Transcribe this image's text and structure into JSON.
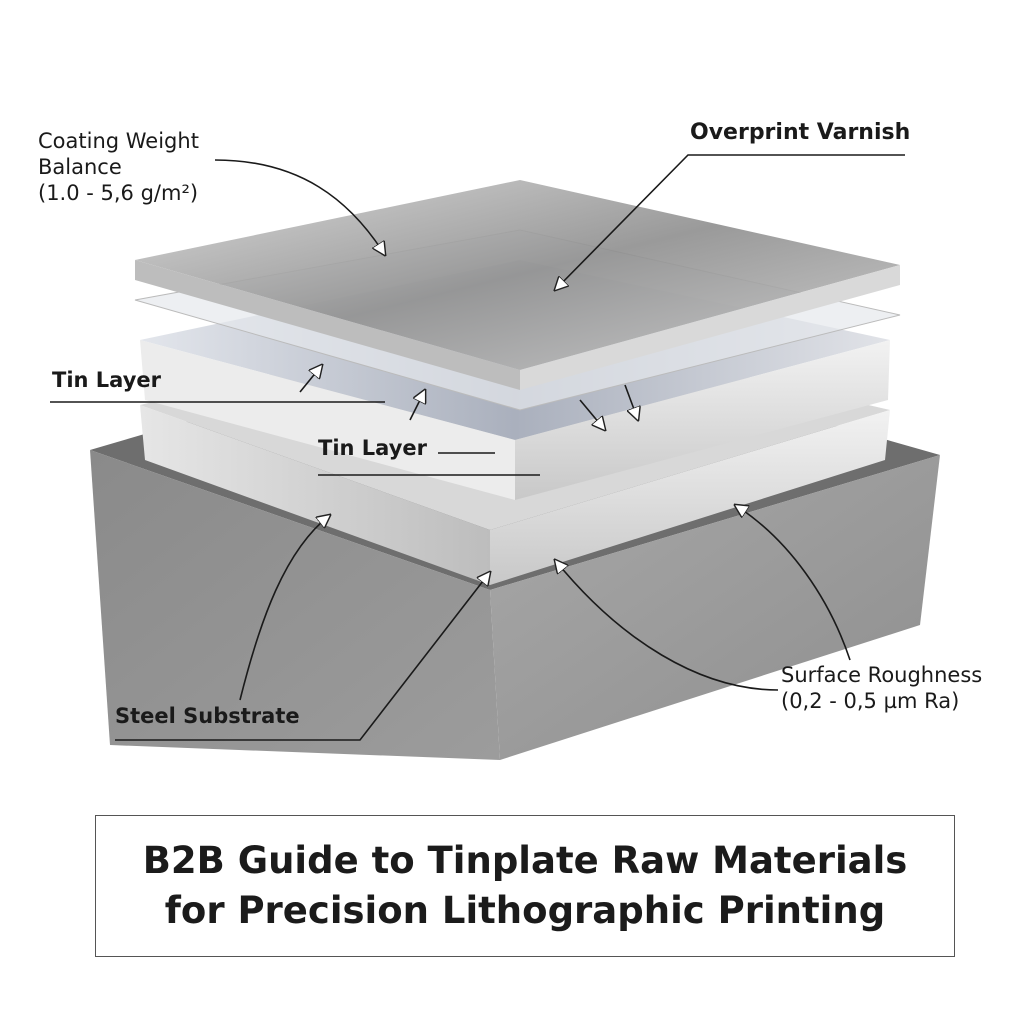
{
  "labels": {
    "coating_weight": [
      "Coating Weight",
      "Balance",
      "(1.0 - 5,6 g/m²)"
    ],
    "overprint_varnish": "Overprint Varnish",
    "tin_layer_1": "Tin Layer",
    "tin_layer_2": "Tin Layer",
    "steel_substrate": "Steel Substrate",
    "surface_roughness": [
      "Surface Roughness",
      "(0,2 - 0,5 µm Ra)"
    ]
  },
  "title": {
    "line1": "B2B Guide to Tinplate Raw Materials",
    "line2": "for Precision Lithographic Printing"
  }
}
